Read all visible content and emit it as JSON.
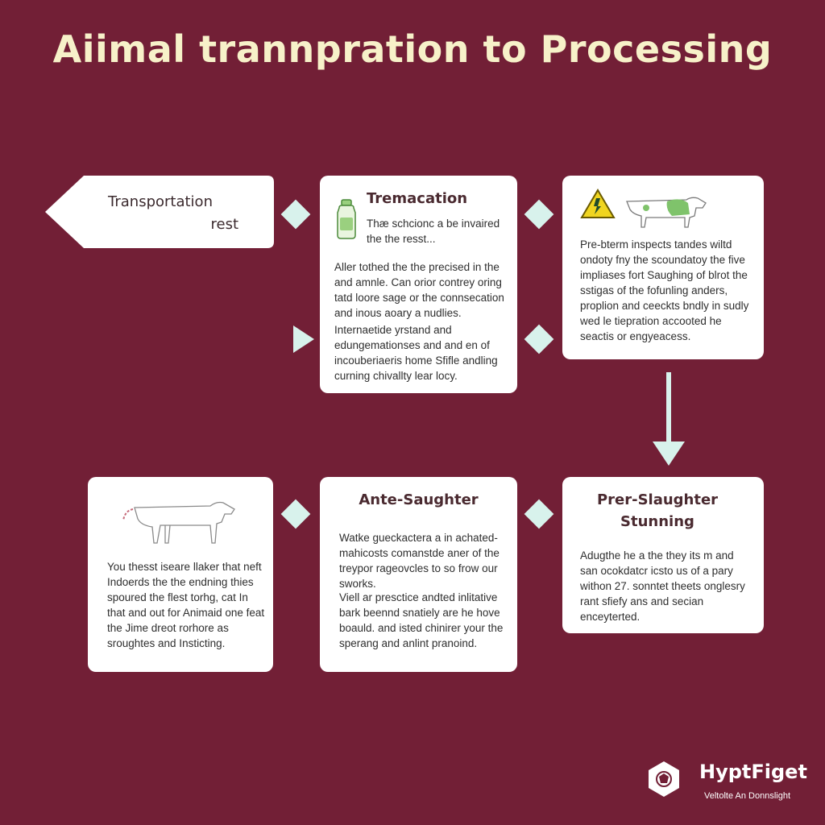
{
  "title": "Aiimal trannpration to Processing",
  "banner": {
    "line1": "Transportation",
    "line2": "rest"
  },
  "cards": {
    "tremacation": {
      "heading": "Tremacation",
      "p1": "Thæ schcionc a be invaired the the resst...",
      "p2": "Aller tothed the the precised in the and amnle. Can orior contrey oring tatd loore sage or the connsecation and inous aoary a nudlies.",
      "p3": "Internaetide yrstand and edungemationses and and en of incouberiaeris home Sfifle andling curning chivallty lear locy."
    },
    "inspection": {
      "p1": "Pre-bterm inspects tandes wiltd ondoty fny the scoundatoy the five impliases fort Saughing of blrot the sstigas of the fofunling anders, proplion and ceeckts bndly in sudly wed le tiepration accooted he seactis or engyeacess."
    },
    "stunning": {
      "heading1": "Prer-Slaughter",
      "heading2": "Stunning",
      "p1": "Adugthe he a the they its m and san ocokdatcr icsto us of a pary withon 27. sonntet theets onglesry rant sfiefy ans and secian enceyterted."
    },
    "ante": {
      "heading": "Ante-Saughter",
      "p1": "Watke gueckactera a in achated-mahicosts comanstde aner of the treypor rageovcles to so frow our sworks.",
      "p2": "Viell ar presctice andted inlitative bark beennd snatiely are he hove boauld. and isted chinirer your the sperang and anlint pranoind."
    },
    "animal": {
      "p1": "You thesst iseare llaker that neft Indoerds the the endning thies spoured the flest torhg, cat In that and out for Animaid one feat the Jime dreot rorhore as sroughtes and Insticting."
    }
  },
  "brand": {
    "name": "HyptFiget",
    "tagline": "Veltolte An Donnslight"
  },
  "icons": [
    "bottle-icon",
    "warning-icon",
    "cow-icon",
    "logo-icon"
  ],
  "colors": {
    "background": "#721f36",
    "connector": "#d8f2ec",
    "title": "#f7f1c9"
  }
}
